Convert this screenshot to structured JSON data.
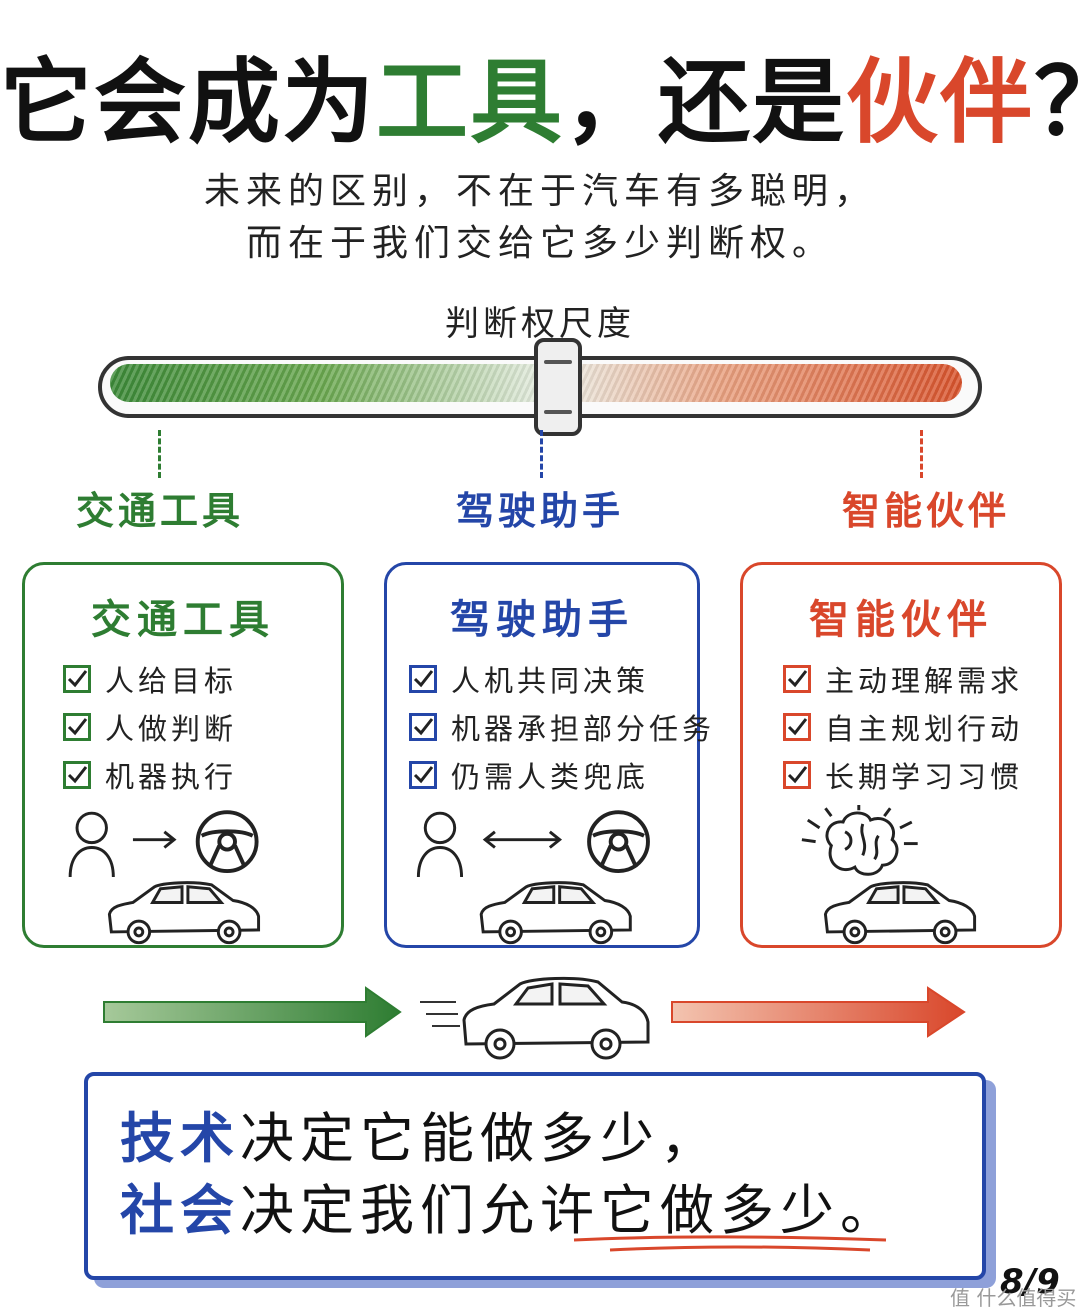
{
  "title": {
    "part1": "它会成为",
    "part2": "工具",
    "part3": "，还是",
    "part4": "伙伴",
    "part5": "？"
  },
  "subtitle": {
    "line1": "未来的区别，不在于汽车有多聪明，",
    "line2": "而在于我们交给它多少判断权。"
  },
  "scale": {
    "label": "判断权尺度",
    "level": 0.5
  },
  "stages": [
    {
      "label": "交通工具",
      "color": "#2e7d32"
    },
    {
      "label": "驾驶助手",
      "color": "#2446a8"
    },
    {
      "label": "智能伙伴",
      "color": "#d9472b"
    }
  ],
  "cards": [
    {
      "title": "交通工具",
      "items": [
        "人给目标",
        "人做判断",
        "机器执行"
      ]
    },
    {
      "title": "驾驶助手",
      "items": [
        "人机共同决策",
        "机器承担部分任务",
        "仍需人类兜底"
      ]
    },
    {
      "title": "智能伙伴",
      "items": [
        "主动理解需求",
        "自主规划行动",
        "长期学习习惯"
      ]
    }
  ],
  "icons": {
    "person": "person-icon",
    "steering": "steering-wheel-icon",
    "brain": "brain-icon",
    "car": "car-icon",
    "check": "checkbox-icon"
  },
  "conclusion": {
    "line1_highlight": "技术",
    "line1_rest": "决定它能做多少，",
    "line2_highlight": "社会",
    "line2_rest": "决定我们允许它做多少。"
  },
  "page": "8/9",
  "watermark": "值 什么值得买"
}
